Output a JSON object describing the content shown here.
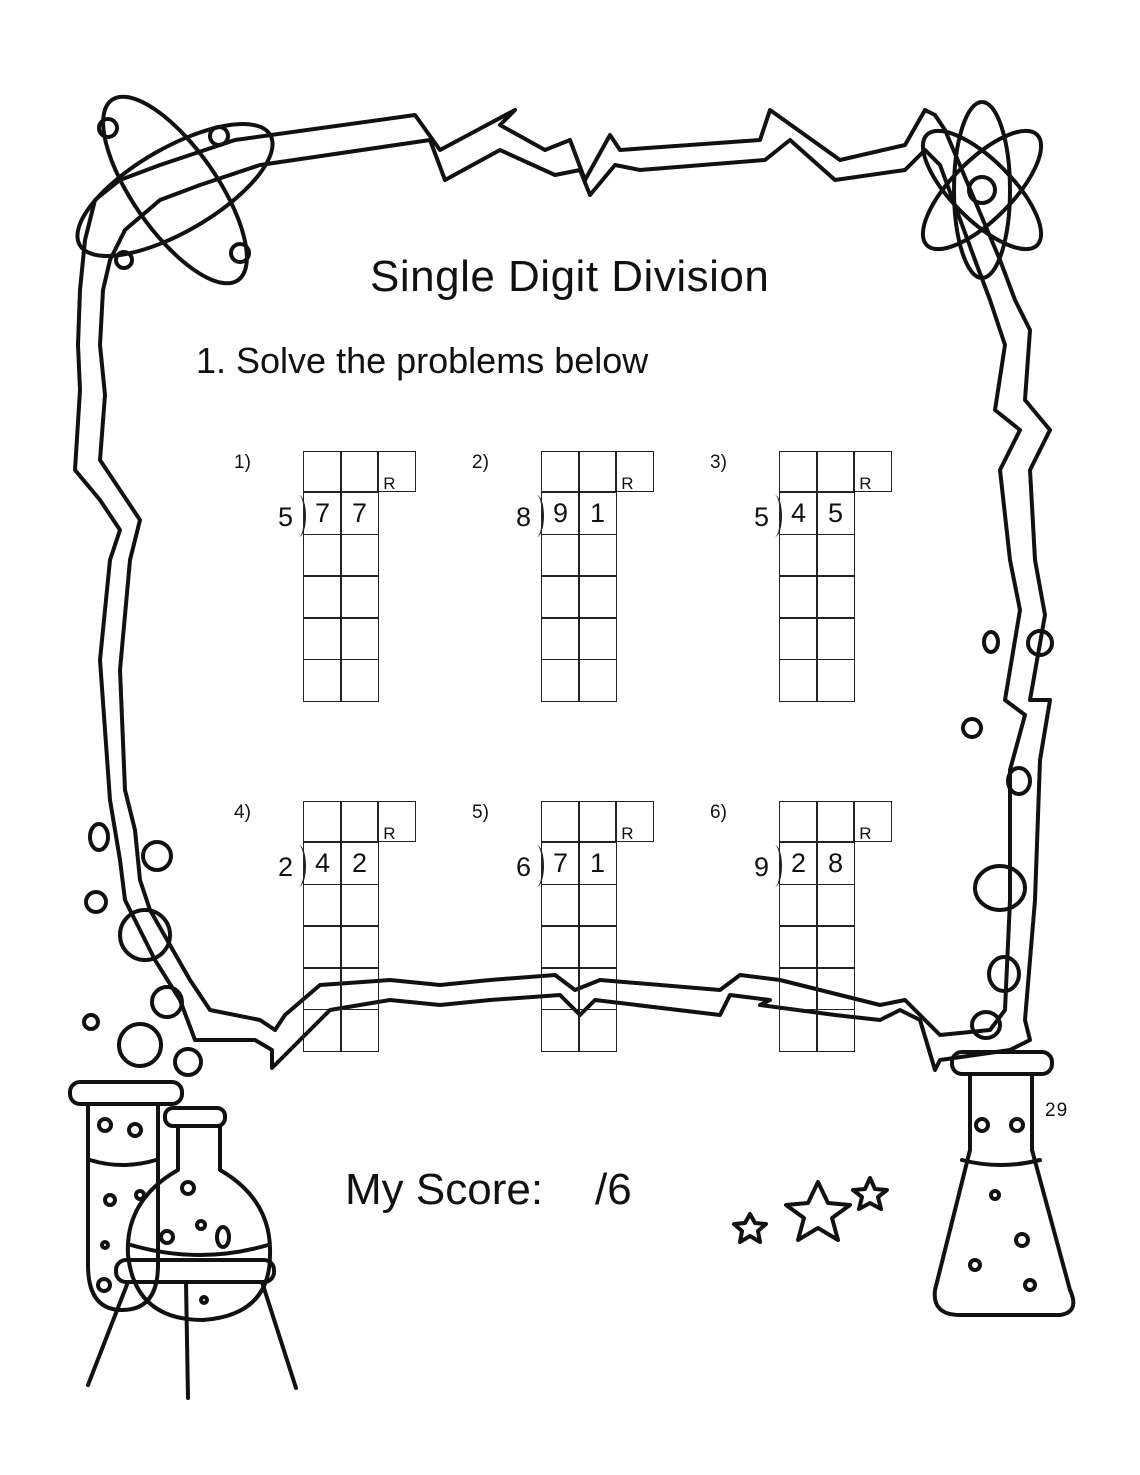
{
  "title": "Single Digit Division",
  "instruction": "1. Solve the problems below",
  "remainder_label": "R",
  "problems": [
    {
      "number": "1)",
      "divisor": "5",
      "dividend": [
        "7",
        "7"
      ]
    },
    {
      "number": "2)",
      "divisor": "8",
      "dividend": [
        "9",
        "1"
      ]
    },
    {
      "number": "3)",
      "divisor": "5",
      "dividend": [
        "4",
        "5"
      ]
    },
    {
      "number": "4)",
      "divisor": "2",
      "dividend": [
        "4",
        "2"
      ]
    },
    {
      "number": "5)",
      "divisor": "6",
      "dividend": [
        "7",
        "1"
      ]
    },
    {
      "number": "6)",
      "divisor": "9",
      "dividend": [
        "2",
        "8"
      ]
    }
  ],
  "score": {
    "label": "My Score:",
    "denominator": "/6"
  },
  "page_number": "29",
  "decorations": [
    "atom-icon",
    "atom-icon",
    "test-tube-icon",
    "round-flask-icon",
    "conical-flask-icon",
    "bubble-icon",
    "star-icon",
    "lightning-frame"
  ]
}
